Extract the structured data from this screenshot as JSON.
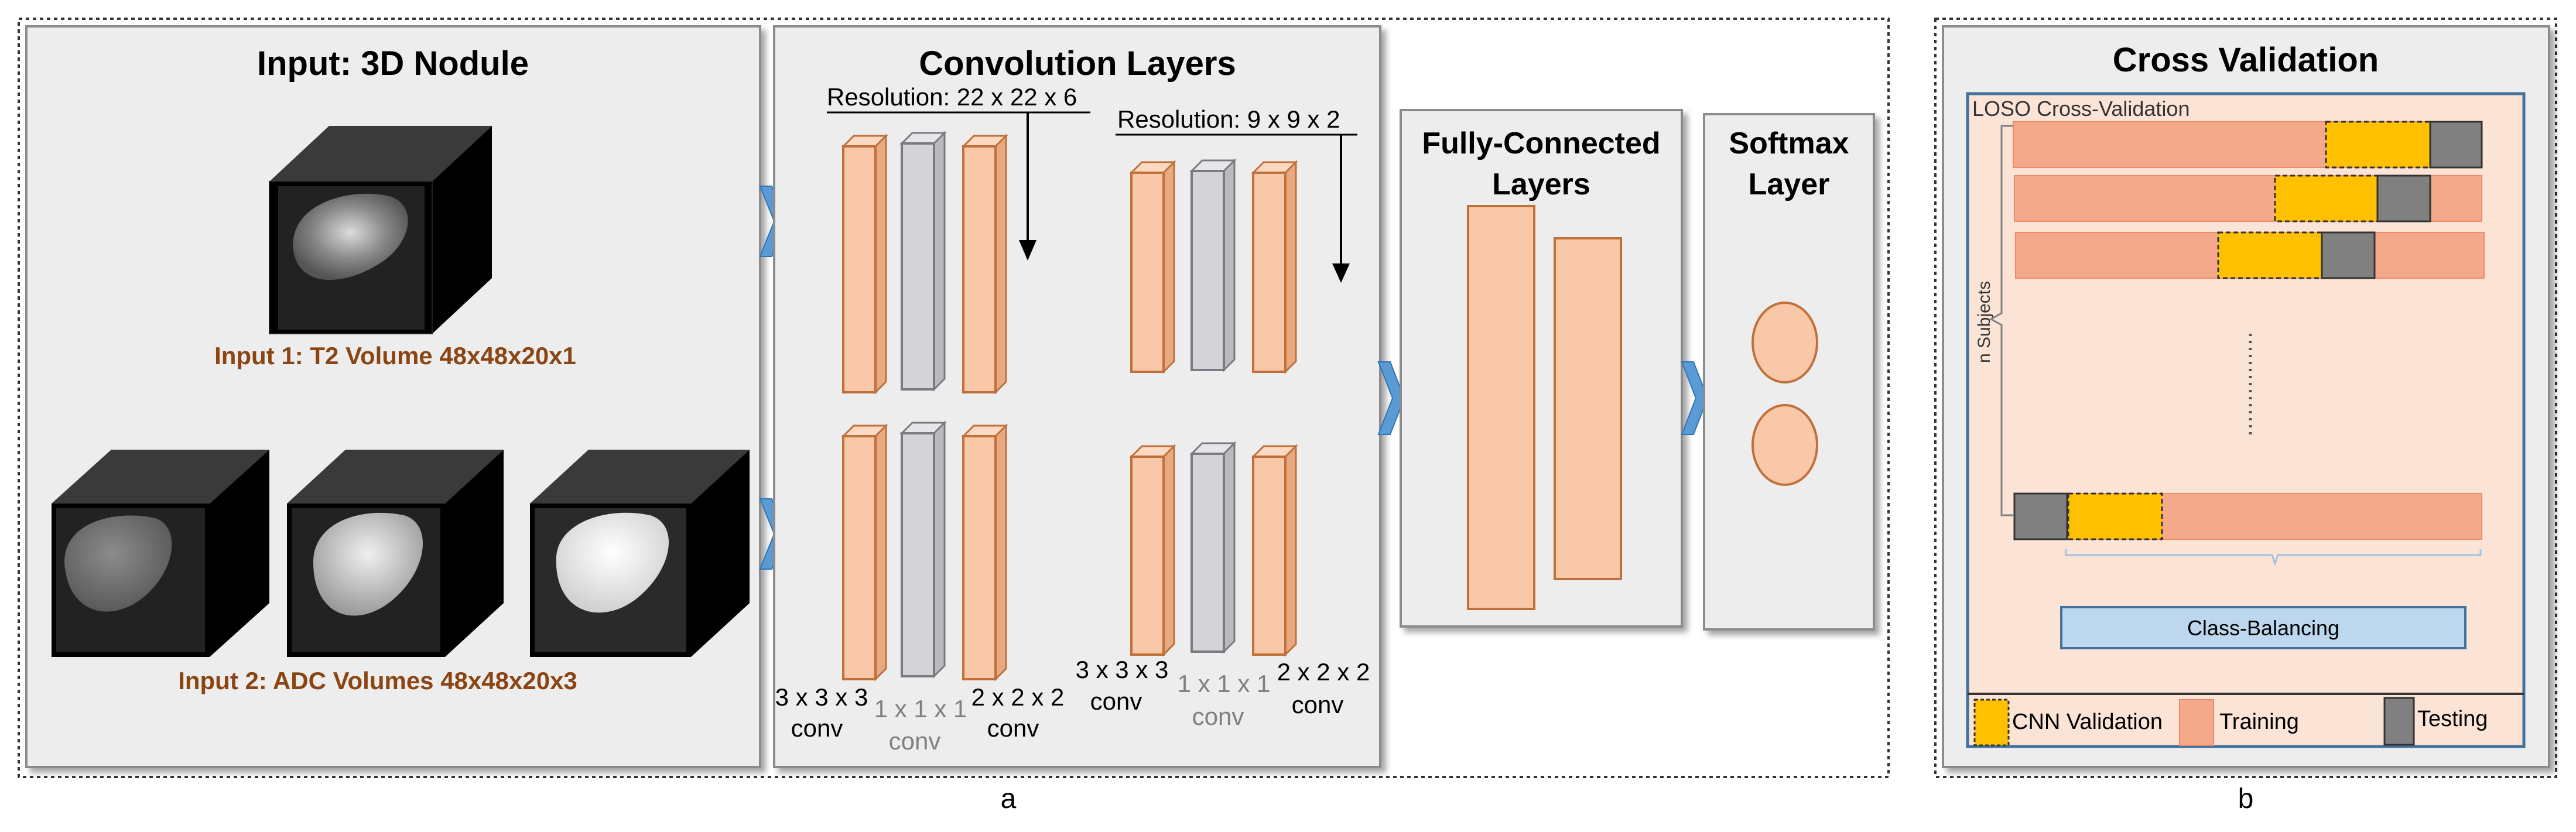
{
  "panel_a": {
    "caption": "a",
    "input": {
      "title": "Input: 3D Nodule",
      "input1_label": "Input 1: T2 Volume 48x48x20x1",
      "input2_label": "Input 2: ADC Volumes 48x48x20x3"
    },
    "conv": {
      "title": "Convolution Layers",
      "resolution1": "Resolution: 22 x 22 x 6",
      "resolution2": "Resolution: 9 x 9 x 2",
      "labels": [
        {
          "size": "3 x 3 x 3",
          "kind": "conv"
        },
        {
          "size": "1 x 1 x 1",
          "kind": "conv"
        },
        {
          "size": "2 x 2 x 2",
          "kind": "conv"
        },
        {
          "size": "3 x 3 x 3",
          "kind": "conv"
        },
        {
          "size": "1 x 1 x 1",
          "kind": "conv"
        },
        {
          "size": "2 x 2 x 2",
          "kind": "conv"
        }
      ]
    },
    "fc": {
      "title_line1": "Fully-Connected",
      "title_line2": "Layers"
    },
    "softmax": {
      "title_line1": "Softmax",
      "title_line2": "Layer"
    }
  },
  "panel_b": {
    "caption": "b",
    "title": "Cross Validation",
    "subtitle": "LOSO Cross-Validation",
    "axis_label": "n Subjects",
    "class_balancing": "Class-Balancing",
    "legend": {
      "validation": "CNN Validation",
      "training": "Training",
      "testing": "Testing"
    }
  },
  "colors": {
    "layer_fill": "#F8C8A8",
    "layer_stroke": "#C0703A",
    "gray_layer": "#D3D3D8",
    "panel_bg": "#EDEDED",
    "cv_bg": "#FBE3D6",
    "training_bar": "#F4A98A",
    "validation": "#FFC000",
    "testing": "#808080",
    "class_balancing": "#BDD7EE",
    "arrow_blue": "#5B9BD5",
    "input_label": "#8B4513"
  }
}
